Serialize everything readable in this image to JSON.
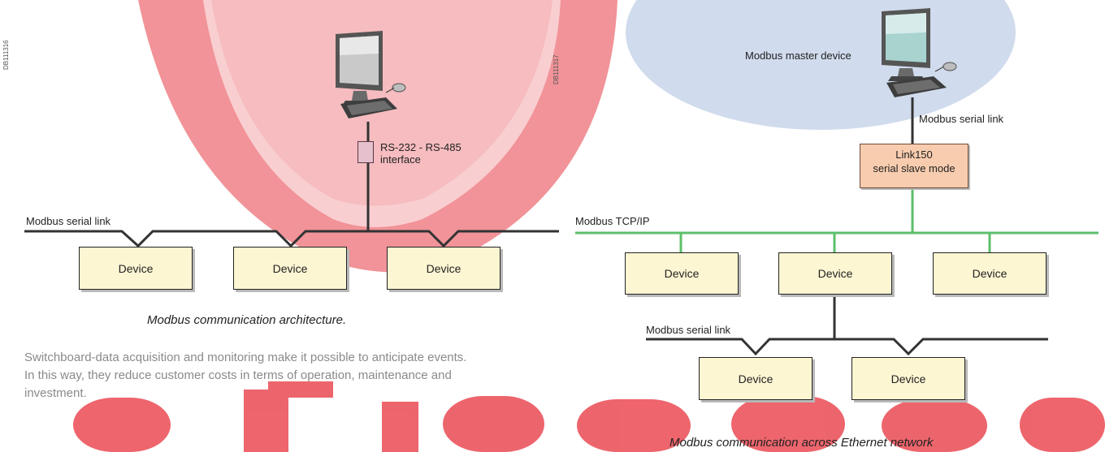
{
  "left_diagram": {
    "ref_code": "DB111316",
    "interface_label_line1": "RS-232 - RS-485",
    "interface_label_line2": "interface",
    "serial_link_label": "Modbus serial link",
    "devices": [
      "Device",
      "Device",
      "Device"
    ],
    "caption": "Modbus communication architecture."
  },
  "right_diagram": {
    "ref_code": "DB111317",
    "master_label": "Modbus master device",
    "serial_link_label_top": "Modbus serial link",
    "link150_line1": "Link150",
    "link150_line2": "serial slave mode",
    "tcp_label": "Modbus TCP/IP",
    "devices_row1": [
      "Device",
      "Device",
      "Device"
    ],
    "serial_link_label_bottom": "Modbus serial link",
    "devices_row2": [
      "Device",
      "Device"
    ],
    "caption": "Modbus communication across Ethernet network"
  },
  "paragraph": {
    "line1": "Switchboard-data acquisition and monitoring make it possible to anticipate events.",
    "line2": "In this way, they reduce customer costs in terms of operation, maintenance and",
    "line3": "investment."
  },
  "colors": {
    "serial_line": "#333333",
    "tcp_line": "#5cbf6a",
    "device_fill": "#fdf6d3",
    "link150_fill": "#f8ccae",
    "interface_fill": "#e6c0cc",
    "watermark_red": "#e0242f",
    "watermark_blue": "#c9d6ea"
  }
}
